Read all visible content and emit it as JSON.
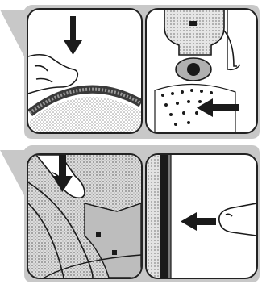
{
  "colors": {
    "band": "#c8c8c8",
    "panel_border": "#222222",
    "ink": "#1a1a1a",
    "shade": "#9a9a9a"
  },
  "figures": [
    {
      "name": "top-strip",
      "panels": [
        {
          "name": "insert-filter-ring",
          "icons": [
            "hand-icon",
            "arrow-down-icon",
            "filter-ring-icon"
          ]
        },
        {
          "name": "attach-bottle-unit",
          "icons": [
            "bottle-icon",
            "valve-icon",
            "arrow-left-icon"
          ]
        }
      ]
    },
    {
      "name": "bottom-strip",
      "panels": [
        {
          "name": "press-into-slot",
          "icons": [
            "hand-icon",
            "arrow-down-icon",
            "mount-plate-icon"
          ]
        },
        {
          "name": "push-side-rail",
          "icons": [
            "rail-icon",
            "arrow-left-icon",
            "finger-icon"
          ]
        }
      ]
    }
  ]
}
